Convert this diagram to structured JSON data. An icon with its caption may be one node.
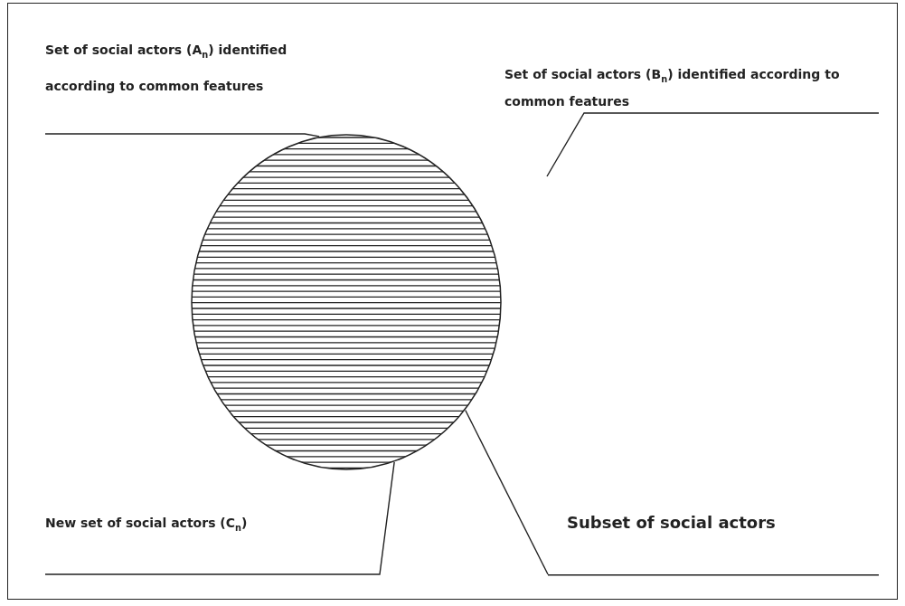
{
  "diagram": {
    "nodes": [
      {
        "text": [
          "Set of social actors (A$_{n}$) identified according to common features"
        ]
      },
      {
        "text": [
          "Set of social actors (B$_{n}$) identified according to common features"
        ]
      },
      {
        "text": [
          "New set of social actors (C$_{n}$)"
        ]
      },
      {
        "text": [
          "Subset of social actors"
        ]
      },
      {
        "text": [],
        "shape": "circle"
      }
    ],
    "edges": [
      {
        "from": 0,
        "to": 4,
        "arrow": "none"
      },
      {
        "from": 1,
        "to": null,
        "arrow": "none"
      },
      {
        "from": 2,
        "to": 4,
        "arrow": "none"
      },
      {
        "from": 3,
        "to": 4,
        "arrow": "none"
      }
    ]
  }
}
